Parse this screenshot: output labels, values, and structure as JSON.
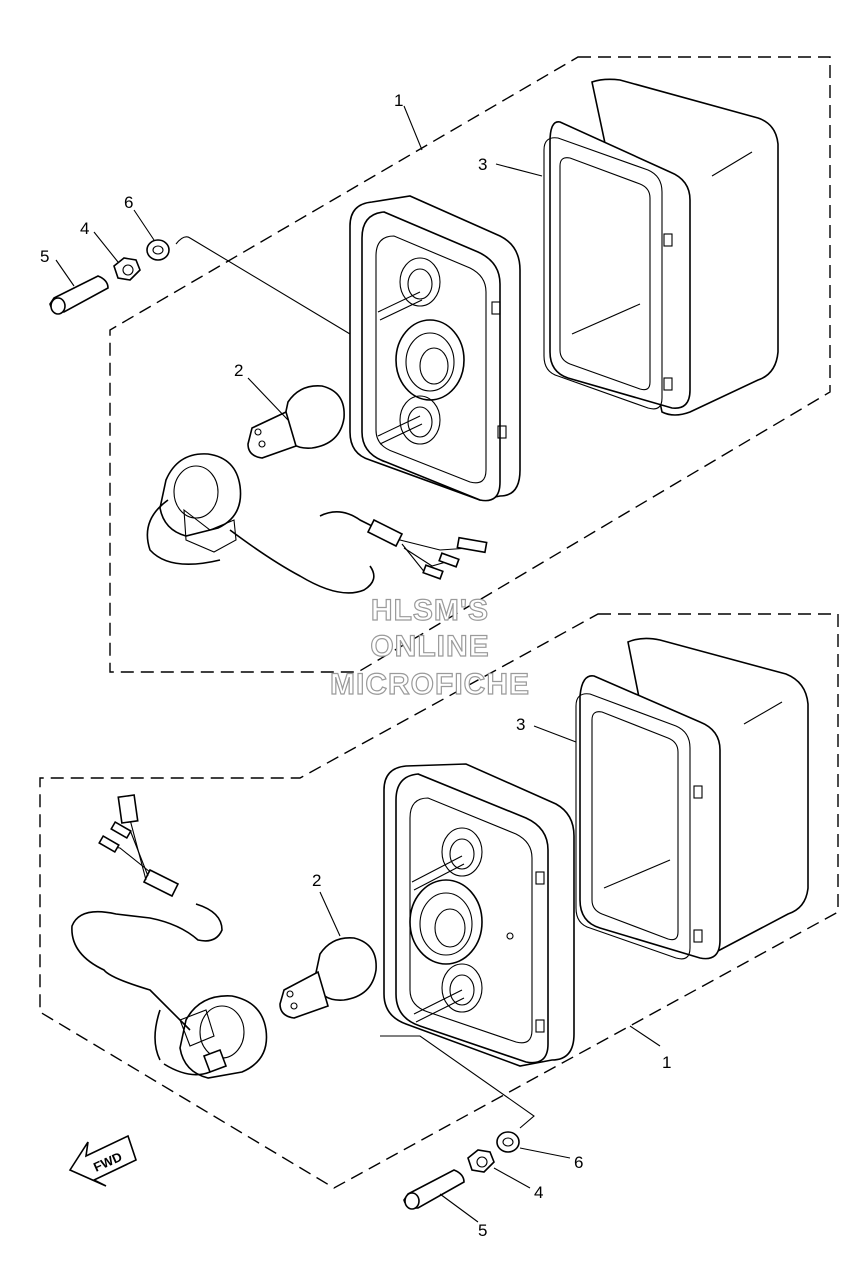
{
  "callouts": {
    "upper": {
      "housing": "1",
      "bulb": "2",
      "lens": "3",
      "nut": "4",
      "collar": "5",
      "washer": "6"
    },
    "lower": {
      "housing": "1",
      "bulb": "2",
      "lens": "3",
      "nut": "4",
      "collar": "5",
      "washer": "6"
    }
  },
  "watermark": {
    "line1": "HLSM'S",
    "line2": "ONLINE",
    "line3": "MICROFICHE"
  },
  "direction_arrow": {
    "label": "FWD"
  }
}
